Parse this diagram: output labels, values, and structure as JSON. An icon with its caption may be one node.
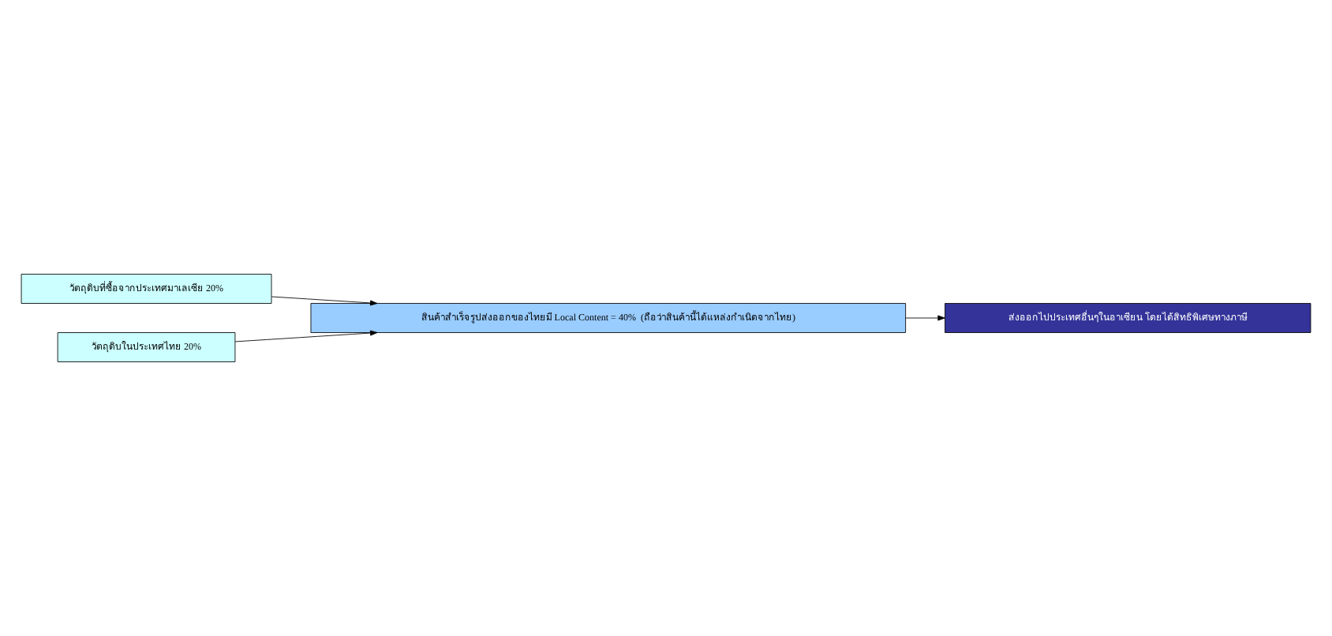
{
  "diagram": {
    "nodes": [
      {
        "text": [
          "วัตถุดิบที่ซื้อจากประเทศมาเลเซีย 20%"
        ]
      },
      {
        "text": [
          "วัตถุดิบในประเทศไทย 20%"
        ]
      },
      {
        "text": [
          "สินค้าสำเร็จรูปส่งออกของไทยมี Local Content = 40%  (ถือว่าสินค้านี้ได้แหล่งกำเนิดจากไทย)"
        ]
      },
      {
        "text": [
          "ส่งออกไปประเทศอื่นๆในอาเซียน โดยได้สิทธิพิเศษทางภาษี"
        ]
      }
    ],
    "edges": [
      {
        "from": 0,
        "to": 2,
        "arrow": "to"
      },
      {
        "from": 1,
        "to": 2,
        "arrow": "to"
      },
      {
        "from": 2,
        "to": 3,
        "arrow": "to"
      }
    ]
  }
}
